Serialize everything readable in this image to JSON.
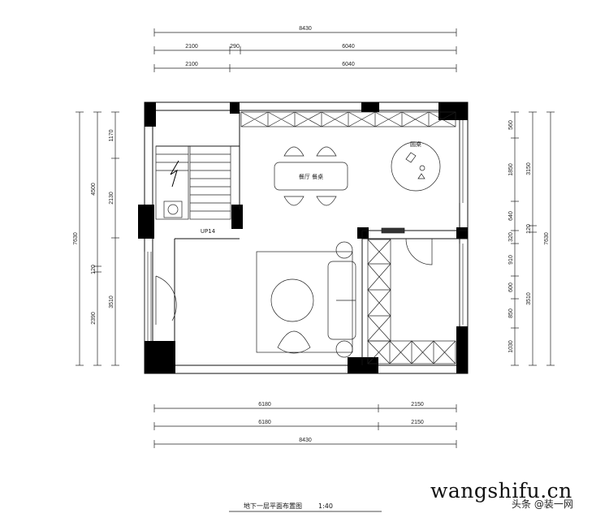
{
  "dimensions": {
    "top_total": "8430",
    "top_row2": [
      "2100",
      "290",
      "6040"
    ],
    "top_row3": [
      "2100",
      "6040"
    ],
    "bottom_row1": [
      "6180",
      "2150"
    ],
    "bottom_row2": [
      "6180",
      "2150"
    ],
    "bottom_total": "8430",
    "left_outer": "7630",
    "left_mid": [
      "4500",
      "120",
      "2390"
    ],
    "left_inner": [
      "1170",
      "2130",
      "3510"
    ],
    "right_inner": [
      "560",
      "1850",
      "640",
      "320",
      "910",
      "600",
      "850",
      "1030"
    ],
    "right_mid": [
      "3150",
      "120",
      "3510"
    ],
    "right_outer": "7630"
  },
  "rooms": {
    "dining_table": "餐厅 餐桌",
    "round_table": "圆桌",
    "stair_label": "UP14"
  },
  "title": {
    "drawing_name": "地下一层平面布置图",
    "scale": "1:40"
  },
  "watermark": {
    "site": "wangshifu.cn",
    "source": "头条 @装一网"
  },
  "colors": {
    "ink": "#111111",
    "wall": "#000000",
    "paper": "#ffffff"
  }
}
